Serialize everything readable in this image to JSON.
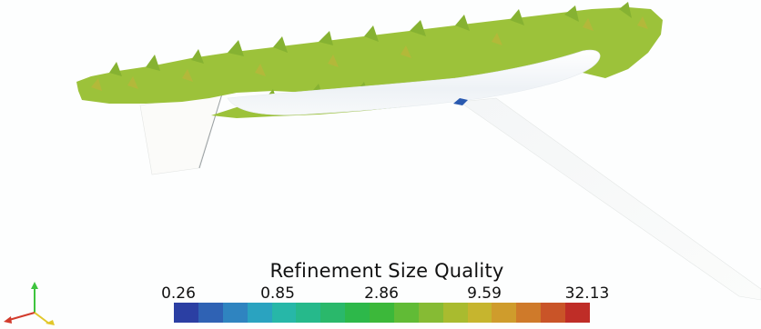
{
  "legend": {
    "title": "Refinement Size Quality",
    "ticks": [
      "0.26",
      "0.85",
      "2.86",
      "9.59",
      "32.13"
    ],
    "colors": [
      "#2b3fa3",
      "#2f62b4",
      "#2f84c0",
      "#2aa3c0",
      "#27b7a8",
      "#26b98b",
      "#2ab86b",
      "#2db84a",
      "#3cb83a",
      "#61bb36",
      "#86bb34",
      "#a9bb2f",
      "#c6b52e",
      "#cf9c2c",
      "#cf7a2a",
      "#c95428",
      "#bf2d27"
    ]
  },
  "scene": {
    "surface_base_color": "#fbfcfc",
    "mesh_color": "#9cc23a",
    "highlight_color": "#2a5ab0",
    "axes": [
      "x-axis",
      "y-axis",
      "z-axis"
    ]
  }
}
